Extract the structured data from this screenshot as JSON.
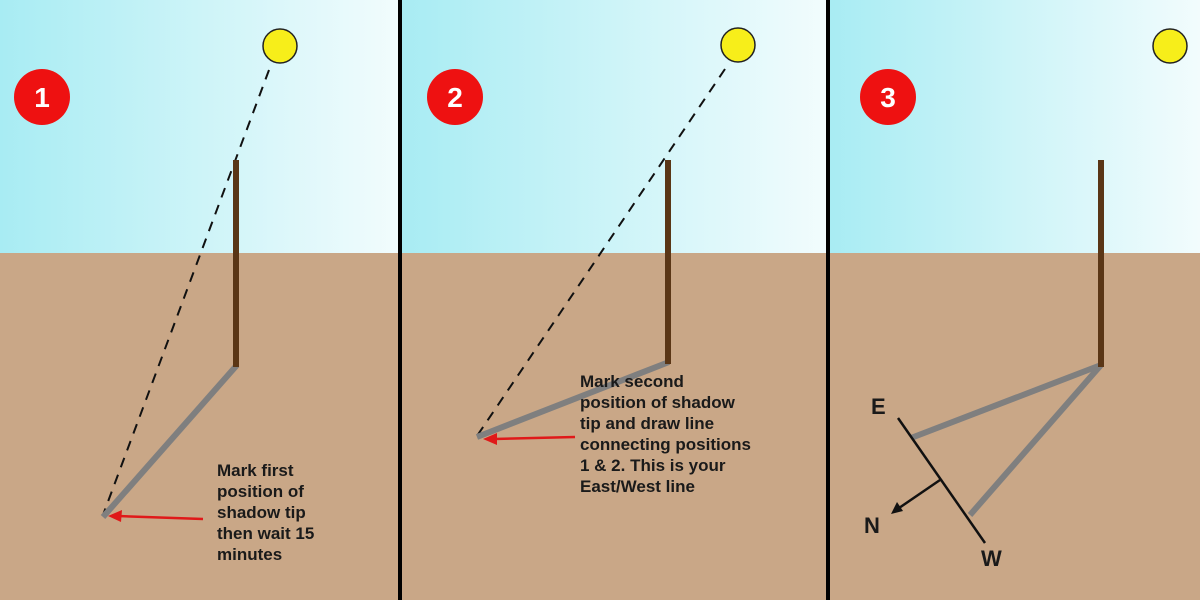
{
  "colors": {
    "sky_top": "#a8ecf3",
    "sky_bottom": "#f2fcfd",
    "ground": "#c9a787",
    "stick": "#5a3616",
    "shadow": "#7f7f7f",
    "sun": "#f7ee1a",
    "badge": "#ee1111",
    "arrow": "#e01919",
    "divider": "#000000"
  },
  "panels": [
    {
      "step": "1",
      "caption": "Mark first\nposition of\nshadow tip\nthen wait 15\nminutes"
    },
    {
      "step": "2",
      "caption": "Mark second\nposition of shadow\ntip and draw line\nconnecting positions\n1 & 2. This is your\nEast/West line"
    },
    {
      "step": "3",
      "compass": {
        "east": "E",
        "north": "N",
        "west": "W"
      }
    }
  ]
}
